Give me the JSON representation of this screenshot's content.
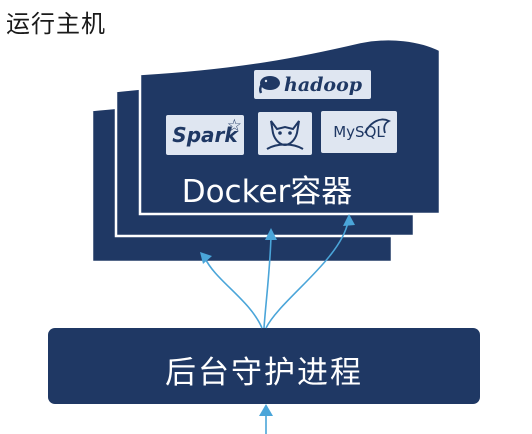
{
  "title": "运行主机",
  "container": {
    "label": "Docker容器",
    "logos": {
      "hadoop": "hadoop",
      "spark": "Spark",
      "mysql": "MySQL"
    }
  },
  "daemon": {
    "label": "后台守护进程"
  },
  "colors": {
    "box_fill": "#1f3864",
    "box_border": "#ffffff",
    "arrow": "#4aa5d9",
    "logo_bg": "#dfe6f1"
  },
  "icons": [
    "elephant-icon",
    "spark-star-icon",
    "tomcat-icon",
    "dolphin-icon"
  ]
}
